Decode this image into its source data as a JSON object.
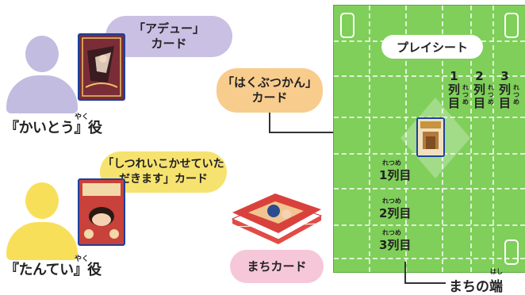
{
  "thief": {
    "bubble_line1": "「アデュー」",
    "bubble_line2": "カード",
    "role_label": "『かいとう』役",
    "role_ruby": "やく"
  },
  "detective": {
    "bubble_line1": "「しつれいこかせていた",
    "bubble_line2": "だきます」カード",
    "role_label": "『たんてい』役",
    "role_ruby": "やく"
  },
  "museum_card": {
    "line1": "「はくぶつかん」",
    "line2": "カード"
  },
  "town_cards": {
    "label": "まちカード"
  },
  "playsheet": {
    "label": "プレイシート",
    "columns": [
      {
        "num": "1",
        "kanji1": "列",
        "kanji2": "目",
        "ruby": "れつめ"
      },
      {
        "num": "2",
        "kanji1": "列",
        "kanji2": "目",
        "ruby": "れつめ"
      },
      {
        "num": "3",
        "kanji1": "列",
        "kanji2": "目",
        "ruby": "れつめ"
      }
    ],
    "rows": [
      {
        "label": "1列目",
        "ruby": "れつめ"
      },
      {
        "label": "2列目",
        "ruby": "れつめ"
      },
      {
        "label": "3列目",
        "ruby": "れつめ"
      }
    ],
    "edge_label": "まちの端",
    "edge_ruby": "はし"
  },
  "colors": {
    "board_green": "#7fcf5a",
    "person_purple": "#c2bce0",
    "person_yellow": "#f8df5a",
    "card_border": "#1f3f9a"
  }
}
